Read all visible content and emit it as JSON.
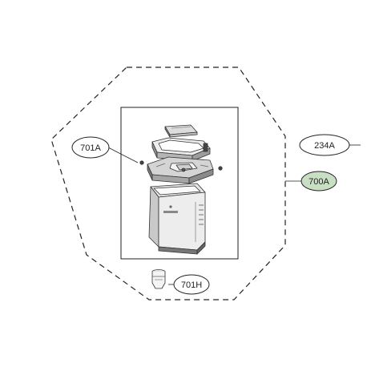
{
  "diagram": {
    "title": "",
    "callouts": [
      {
        "id": "234A",
        "label": "234A",
        "highlighted": false
      },
      {
        "id": "700A",
        "label": "700A",
        "highlighted": true
      },
      {
        "id": "701A",
        "label": "701A",
        "highlighted": false
      },
      {
        "id": "701H",
        "label": "701H",
        "highlighted": false
      }
    ],
    "colors": {
      "line": "#222222",
      "highlight_fill": "#c8dfc4",
      "part_stroke": "#333333",
      "part_shade": "#d9d9d9",
      "part_dark": "#8a8a8a"
    }
  }
}
